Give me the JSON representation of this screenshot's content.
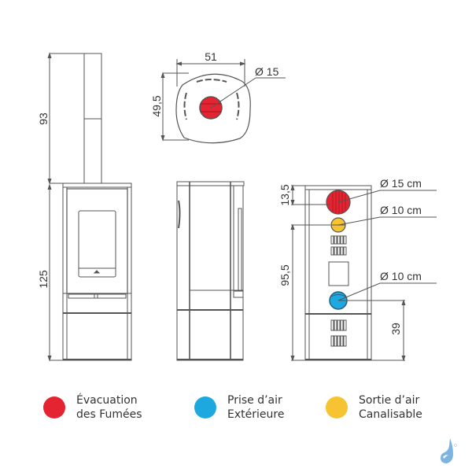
{
  "title": "Stove dimension diagram",
  "colors": {
    "smoke": "#e42431",
    "air_intake": "#1ea8e0",
    "air_outlet": "#f6c333",
    "line": "#555555",
    "logo": "#7cb5e2"
  },
  "top_view": {
    "width_label": "51",
    "depth_label": "49,5",
    "flue_label": "Ø 15"
  },
  "front_view": {
    "flue_height_label": "93",
    "body_height_label": "125"
  },
  "rear_view": {
    "top_offset_label": "13,5",
    "outlet_height_label": "95,5",
    "intake_height_label": "39",
    "smoke_diameter_label": "Ø 15 cm",
    "outlet_diameter_label": "Ø 10 cm",
    "intake_diameter_label": "Ø 10 cm"
  },
  "legend": [
    {
      "line1": "Évacuation",
      "line2": "des Fumées",
      "color": "#e42431"
    },
    {
      "line1": "Prise d’air",
      "line2": "Extérieure",
      "color": "#1ea8e0"
    },
    {
      "line1": "Sortie d’air",
      "line2": "Canalisable",
      "color": "#f6c333"
    }
  ]
}
